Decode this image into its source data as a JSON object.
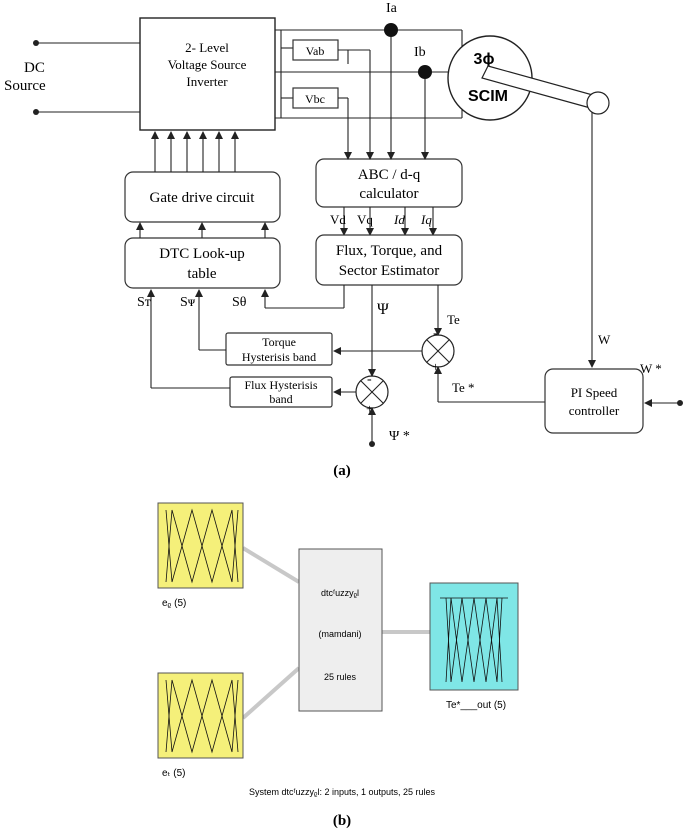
{
  "panel_a": {
    "caption": "(a)",
    "dc_source": [
      "DC",
      "Source"
    ],
    "inverter": [
      "2- Level",
      "Voltage Source",
      "Inverter"
    ],
    "vab": "Vab",
    "vbc": "Vbc",
    "ia": "Ia",
    "ib": "Ib",
    "motor_phase": "3ϕ",
    "motor_name": "SCIM",
    "abc_dq": [
      "ABC / d-q",
      "calculator"
    ],
    "gate_drive": "Gate drive circuit",
    "dtc_table": [
      "DTC Look-up",
      "table"
    ],
    "estimator": [
      "Flux, Torque, and",
      "Sector Estimator"
    ],
    "vd": "Vd",
    "vq": "Vq",
    "id": "Id",
    "iq": "Iq",
    "s_t": "Sᴛ",
    "s_psi": "Sᴪ",
    "s_theta": "Sθ",
    "psi": "Ψ",
    "te": "Te",
    "torque_band": [
      "Torque",
      "Hysterisis  band"
    ],
    "flux_band": [
      "Flux Hysterisis",
      "band"
    ],
    "w": "W",
    "w_ref": "W *",
    "te_ref": "Te *",
    "psi_ref": "Ψ *",
    "pi": [
      "PI Speed",
      "controller"
    ],
    "minus": "-",
    "plus": "+"
  },
  "panel_b": {
    "caption": "(b)",
    "input1_label": "eᵨ (5)",
    "input2_label": "eₜ (5)",
    "system_lines": [
      "dtcᶠuzzyᵨl",
      "(mamdani)",
      "25 rules"
    ],
    "output_label": "Te*___out (5)",
    "summary": "System dtcᶠuzzyᵨl: 2 inputs, 1 outputs, 25 rules",
    "colors": {
      "input": "#f5f07a",
      "output": "#7fe6e6",
      "system": "#eeeeee",
      "connector": "#c8c8c8"
    }
  }
}
